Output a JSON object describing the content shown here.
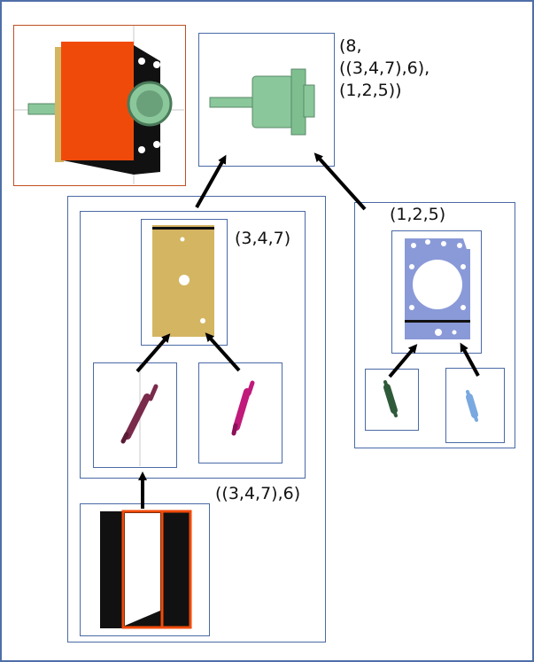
{
  "labels": {
    "root": [
      "(8,",
      "((3,4,7),6),",
      "(1,2,5))"
    ],
    "left_group": "((3,4,7),6)",
    "mid_group": "(3,4,7)",
    "right_group": "(1,2,5)"
  },
  "colors": {
    "border": "#4a6aa6",
    "thumbnail_border": "#c05020",
    "housing_orange": "#f04a0a",
    "shaft_green": "#8ac79a",
    "plate_tan": "#d4b561",
    "pin_maroon": "#7a2a4a",
    "pin_magenta": "#c01a7a",
    "plate_blue": "#8a9ad8",
    "pin_darkgreen": "#2e5a3a",
    "pin_lightblue": "#7aa8e0",
    "arrow": "#000000"
  }
}
